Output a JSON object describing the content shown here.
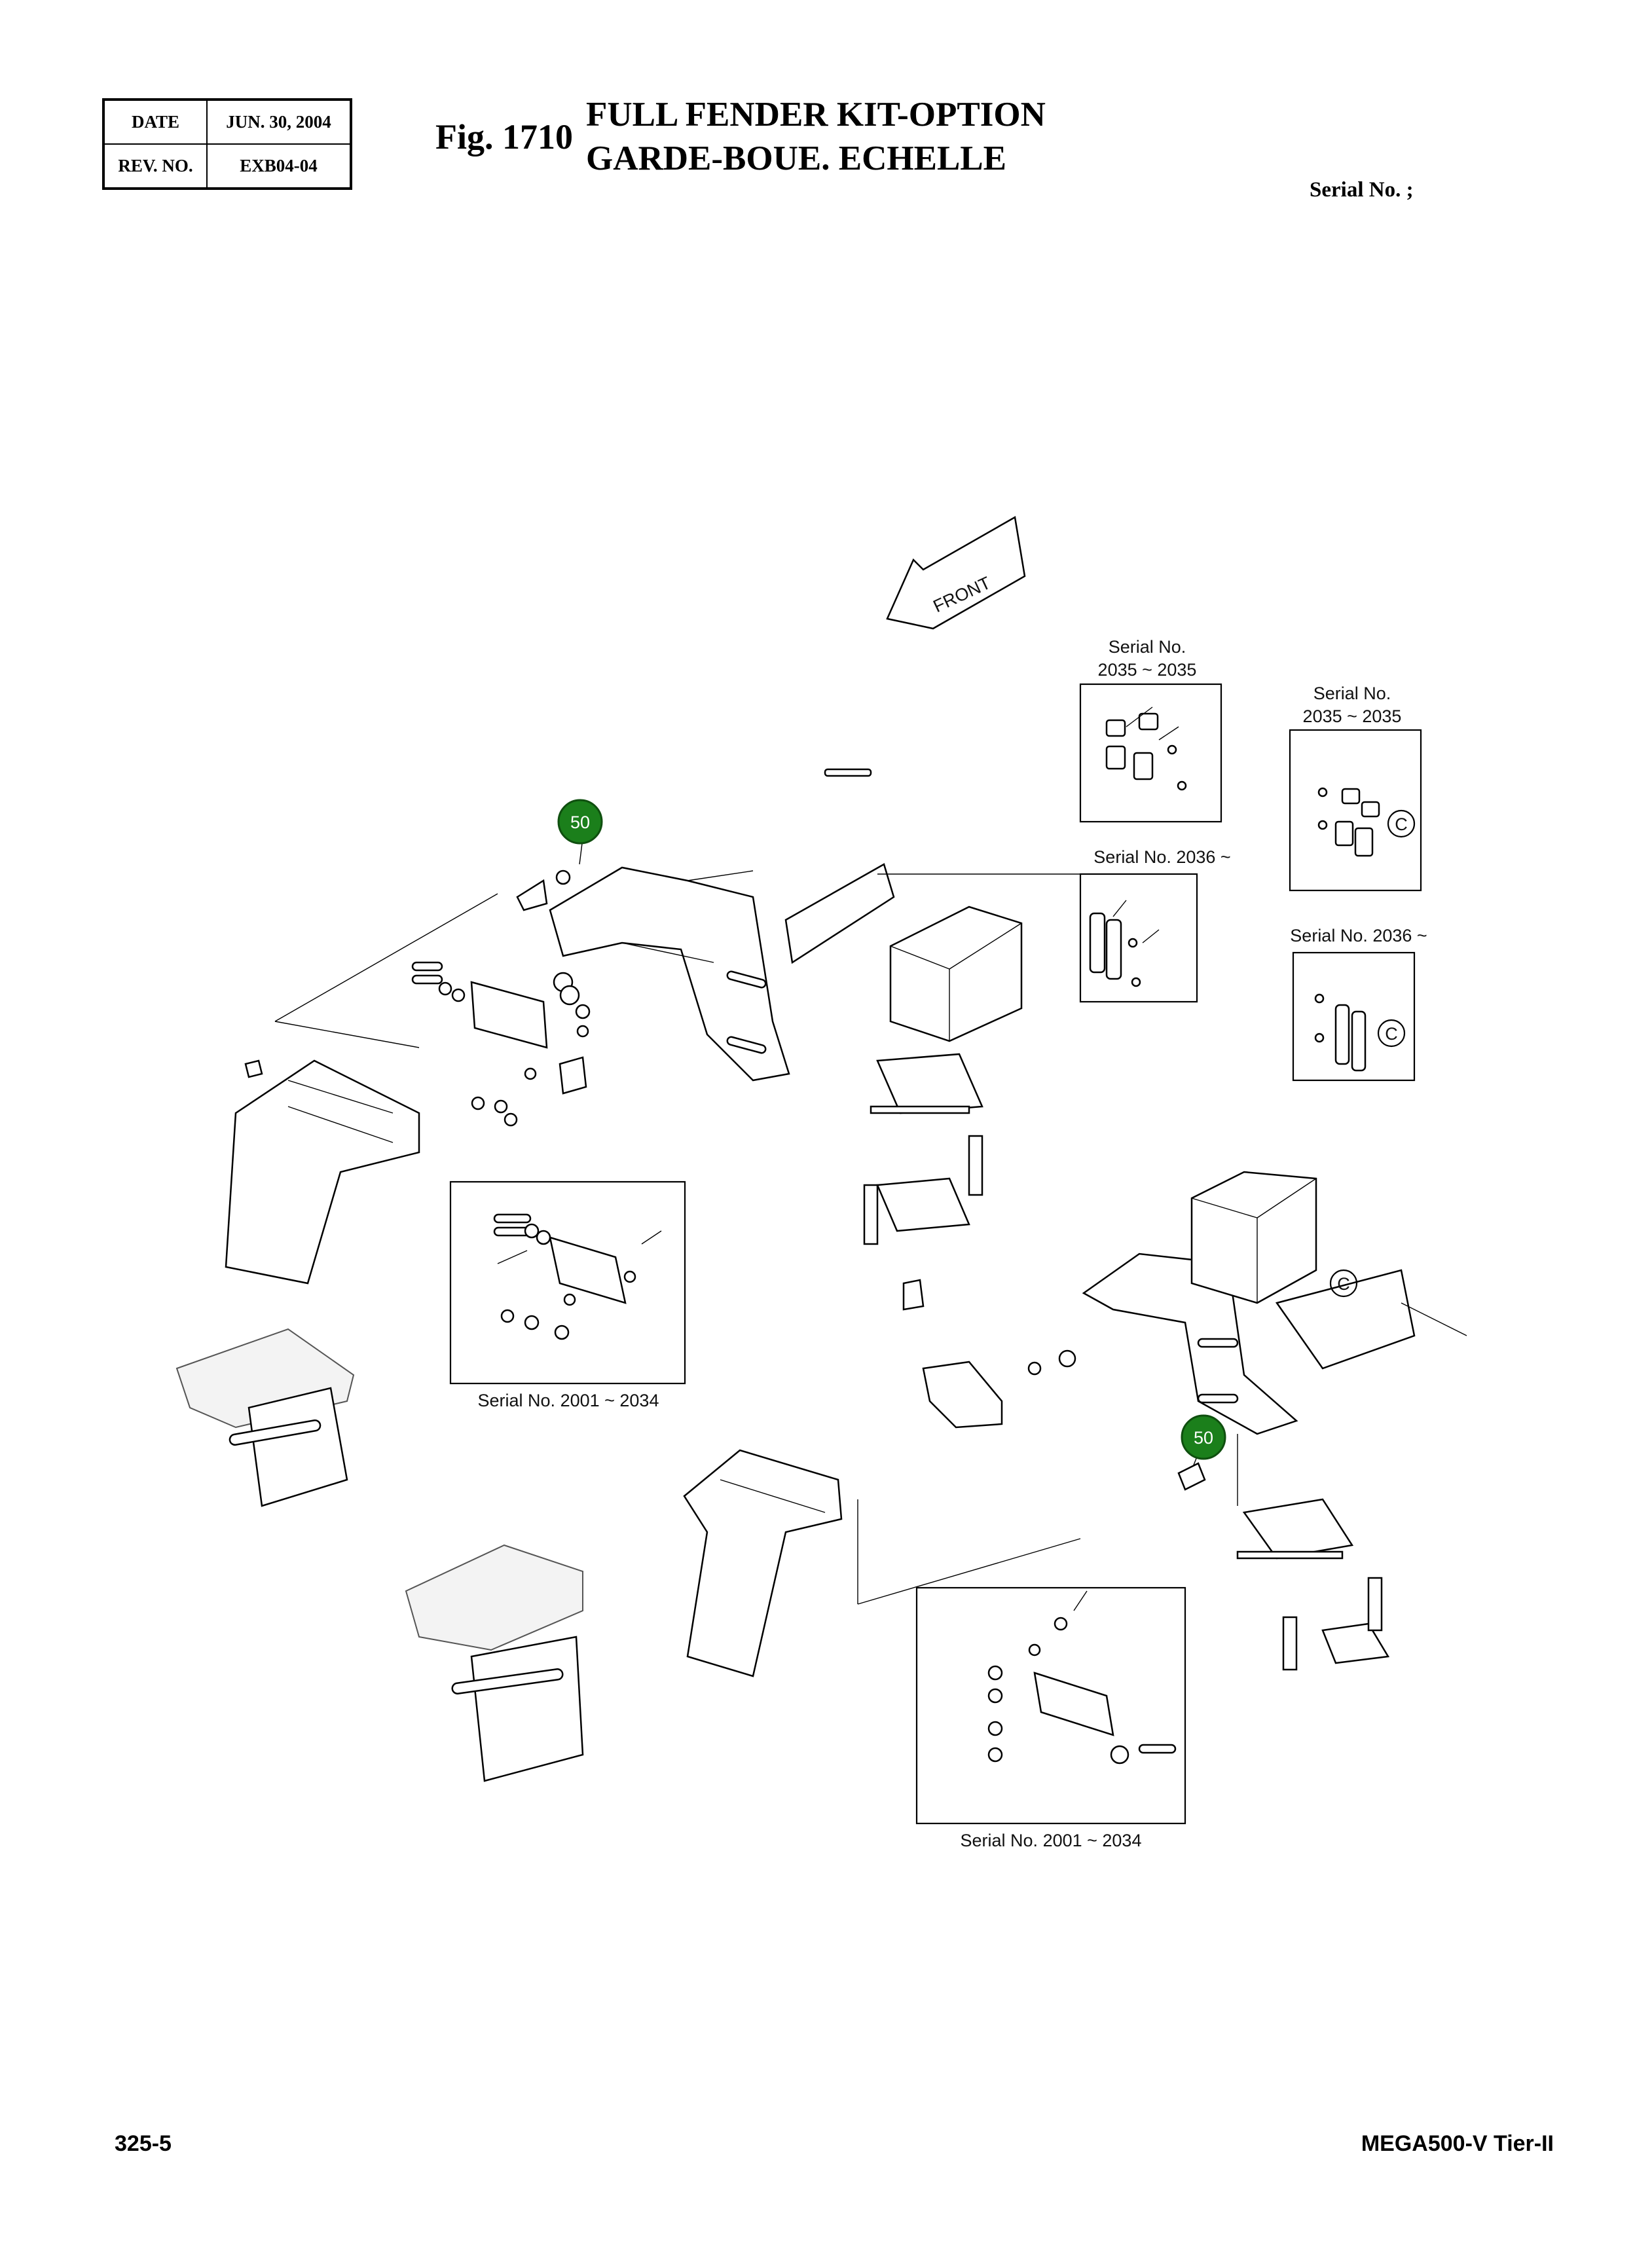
{
  "header": {
    "date_label": "DATE",
    "date_value": "JUN. 30, 2004",
    "rev_label": "REV. NO.",
    "rev_value": "EXB04-04",
    "fig_number": "Fig. 1710",
    "title_en": "FULL FENDER KIT-OPTION",
    "title_fr": "GARDE-BOUE. ECHELLE",
    "serial_label": "Serial No. ;"
  },
  "diagram": {
    "front_arrow_label": "FRONT",
    "callouts": [
      {
        "id": "callout-50-left",
        "label": "50",
        "color": "#1b7f1b"
      },
      {
        "id": "callout-50-right",
        "label": "50",
        "color": "#1b7f1b"
      }
    ],
    "circle_markers": [
      "C",
      "C",
      "C"
    ],
    "insets": [
      {
        "line1": "Serial No.",
        "line2": "2035 ~ 2035"
      },
      {
        "line1": "Serial No.",
        "line2": "2035 ~ 2035"
      },
      {
        "line1": "Serial No. 2036 ~",
        "line2": ""
      },
      {
        "line1": "Serial No. 2036 ~",
        "line2": ""
      },
      {
        "line1": "Serial No. 2001 ~ 2034",
        "line2": ""
      },
      {
        "line1": "Serial No. 2001 ~ 2034",
        "line2": ""
      }
    ]
  },
  "footer": {
    "page_number": "325-5",
    "model": "MEGA500-V Tier-II"
  }
}
